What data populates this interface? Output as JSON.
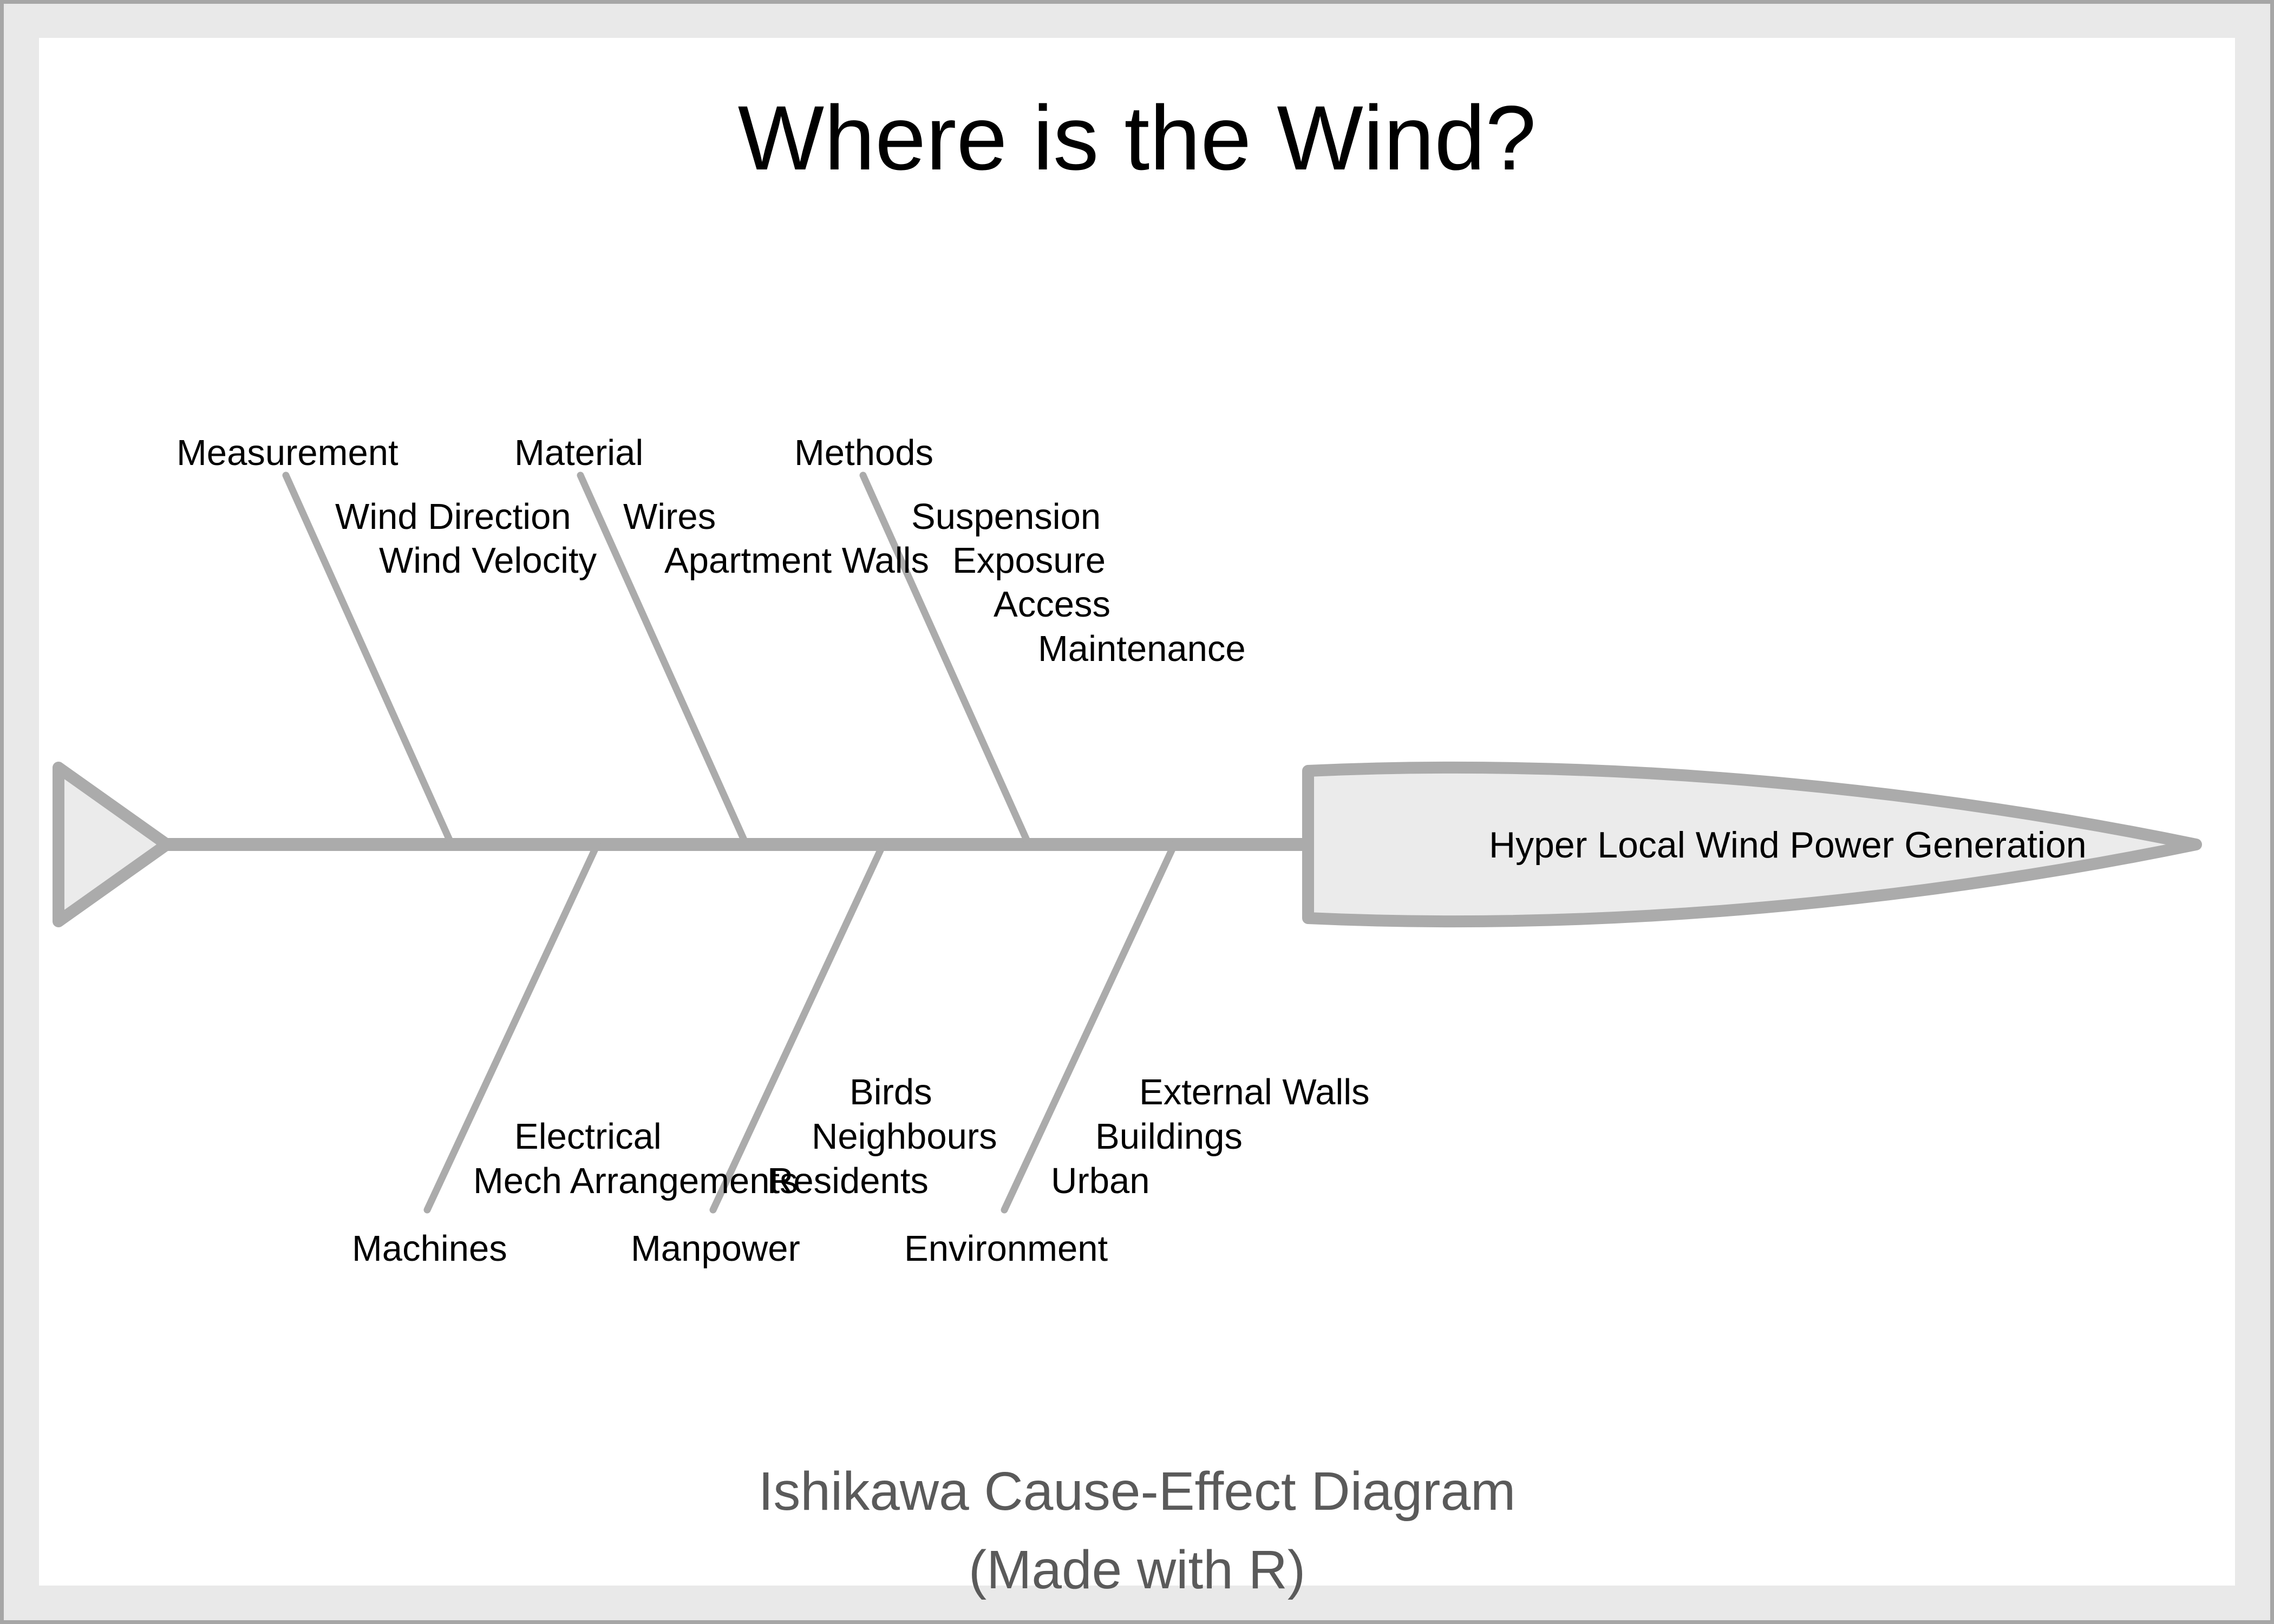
{
  "title": "Where is the Wind?",
  "effect": "Hyper Local Wind Power Generation",
  "caption": {
    "line1": "Ishikawa Cause-Effect Diagram",
    "line2": "(Made with R)"
  },
  "branches": {
    "top": [
      {
        "label": "Measurement",
        "causes": [
          "Wind Direction",
          "Wind Velocity"
        ]
      },
      {
        "label": "Material",
        "causes": [
          "Wires",
          "Apartment Walls"
        ]
      },
      {
        "label": "Methods",
        "causes": [
          "Suspension",
          "Exposure",
          "Access",
          "Maintenance"
        ]
      }
    ],
    "bottom": [
      {
        "label": "Machines",
        "causes": [
          "Electrical",
          "Mech Arrangements"
        ]
      },
      {
        "label": "Manpower",
        "causes": [
          "Birds",
          "Neighbours",
          "Residents"
        ]
      },
      {
        "label": "Environment",
        "causes": [
          "External Walls",
          "Buildings",
          "Urban"
        ]
      }
    ]
  },
  "colors": {
    "line_gray": "#ababab",
    "shape_fill": "#ebebeb",
    "frame_border": "#a6a6a6",
    "frame_band": "#e9e9e9",
    "panel_bg": "#ffffff",
    "label_text": "#000000",
    "caption_text": "#5a5a5a"
  }
}
